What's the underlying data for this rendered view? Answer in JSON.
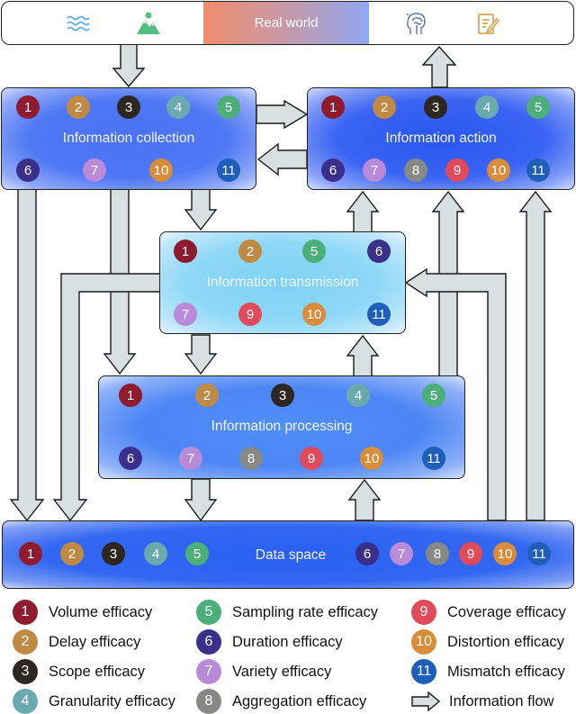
{
  "real_world": {
    "label": "Real world",
    "icons": [
      "water-waves-icon",
      "mountain-icon",
      "brain-head-icon",
      "notepad-pencil-icon"
    ]
  },
  "efficacy_colors": {
    "1": "#8e1b2e",
    "2": "#c08a45",
    "3": "#2e2620",
    "4": "#6aa9b0",
    "5": "#4cae78",
    "6": "#3b2f8c",
    "7": "#b98ad8",
    "8": "#878a84",
    "9": "#e04a5a",
    "10": "#d98c3a",
    "11": "#1f5fb9"
  },
  "boxes": {
    "collection": {
      "title": "Information collection",
      "top_badges": [
        "1",
        "2",
        "3",
        "4",
        "5"
      ],
      "bottom_badges": [
        "6",
        "7",
        "10",
        "11"
      ]
    },
    "action": {
      "title": "Information action",
      "top_badges": [
        "1",
        "2",
        "3",
        "4",
        "5"
      ],
      "bottom_badges": [
        "6",
        "7",
        "8",
        "9",
        "10",
        "11"
      ]
    },
    "transmission": {
      "title": "Information transmission",
      "top_badges": [
        "1",
        "2",
        "5",
        "6"
      ],
      "bottom_badges": [
        "7",
        "9",
        "10",
        "11"
      ]
    },
    "processing": {
      "title": "Information processing",
      "top_badges": [
        "1",
        "2",
        "3",
        "4",
        "5"
      ],
      "bottom_badges": [
        "6",
        "7",
        "8",
        "9",
        "10",
        "11"
      ]
    },
    "data_space": {
      "title": "Data space",
      "left_badges": [
        "1",
        "2",
        "3",
        "4",
        "5"
      ],
      "right_badges": [
        "6",
        "7",
        "8",
        "9",
        "10",
        "11"
      ]
    }
  },
  "legend": [
    {
      "num": "1",
      "label": "Volume efficacy"
    },
    {
      "num": "2",
      "label": "Delay efficacy"
    },
    {
      "num": "3",
      "label": "Scope efficacy"
    },
    {
      "num": "4",
      "label": "Granularity efficacy"
    },
    {
      "num": "5",
      "label": "Sampling rate efficacy"
    },
    {
      "num": "6",
      "label": "Duration efficacy"
    },
    {
      "num": "7",
      "label": "Variety efficacy"
    },
    {
      "num": "8",
      "label": "Aggregation efficacy"
    },
    {
      "num": "9",
      "label": "Coverage efficacy"
    },
    {
      "num": "10",
      "label": "Distortion efficacy"
    },
    {
      "num": "11",
      "label": "Mismatch efficacy"
    },
    {
      "num": "",
      "label": "Information flow",
      "icon": "arrow-right-icon"
    }
  ]
}
